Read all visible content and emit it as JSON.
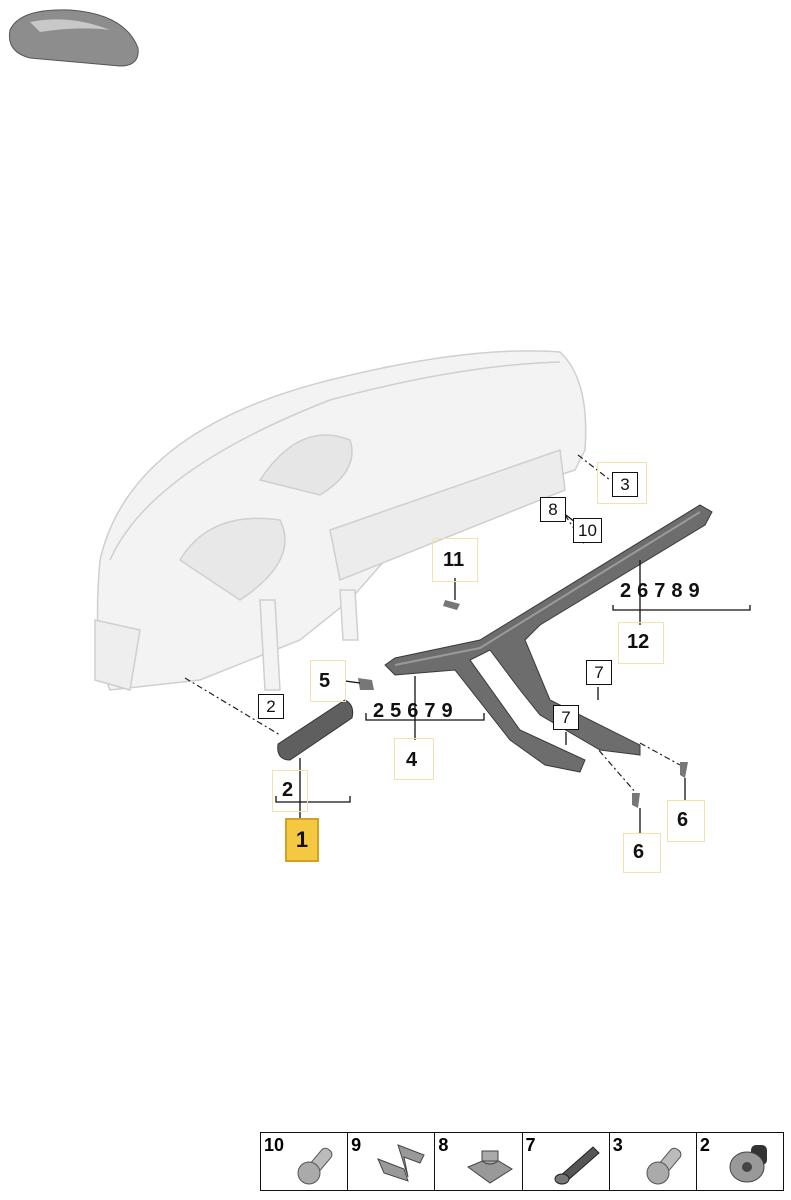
{
  "diagram": {
    "callouts": {
      "c1": "1",
      "c2_top": "2",
      "c2_bottom": "2",
      "c3": "3",
      "c4": "4",
      "c5": "5",
      "c6_right": "6",
      "c6_left": "6",
      "c7_upper": "7",
      "c7_lower": "7",
      "c8": "8",
      "c10": "10",
      "c11": "11",
      "c12": "12"
    },
    "group_12": [
      "2",
      "6",
      "7",
      "8",
      "9"
    ],
    "group_4": [
      "2",
      "5",
      "6",
      "7",
      "9"
    ],
    "highlight_color": "#f5c842"
  },
  "legend": [
    {
      "label": "10",
      "icon": "torx-bolt-icon"
    },
    {
      "label": "9",
      "icon": "spring-clip-icon"
    },
    {
      "label": "8",
      "icon": "clip-nut-icon"
    },
    {
      "label": "7",
      "icon": "expanding-rivet-icon"
    },
    {
      "label": "3",
      "icon": "torx-bolt-icon"
    },
    {
      "label": "2",
      "icon": "flange-screw-icon"
    }
  ]
}
